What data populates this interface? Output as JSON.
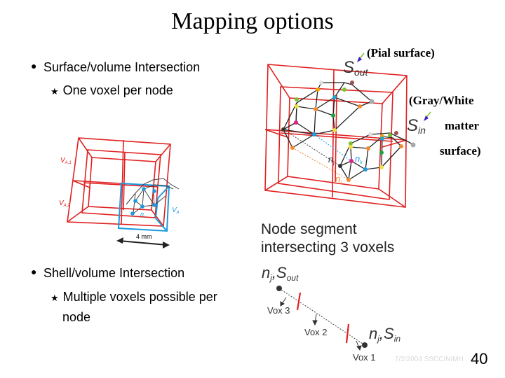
{
  "slide": {
    "title": "Mapping options",
    "bullets": [
      {
        "text": "Surface/volume Intersection",
        "sub": [
          "One voxel per node"
        ]
      },
      {
        "text": "Shell/volume Intersection",
        "sub": [
          "Multiple voxels possible per",
          "node"
        ]
      }
    ],
    "left_figure": {
      "labels": {
        "va1": "V",
        "va1_sub": "A,1",
        "va2": "V",
        "va2_sub": "A,2",
        "va": "V",
        "va_sub": "A",
        "ni": "n",
        "ni_sub": "i",
        "scale": "4 mm"
      }
    },
    "right_figure": {
      "s_out": "S",
      "s_out_sub": "out",
      "s_in": "S",
      "s_in_sub": "in",
      "nj": "n",
      "nj_sub": "j",
      "nk": "n",
      "nk_sub": "k",
      "ni": "n",
      "ni_sub": "i",
      "pial_label": "(Pial surface)",
      "gw_label_1": "(Gray/White",
      "gw_label_2": "matter",
      "gw_label_3": "surface)"
    },
    "segment_caption": [
      "Node segment",
      "intersecting 3 voxels"
    ],
    "segment_figure": {
      "top_label": "n",
      "top_sub": "j",
      "top_surface": "S",
      "top_surface_sub": "out",
      "bottom_label": "n",
      "bottom_sub": "j",
      "bottom_surface": "S",
      "bottom_surface_sub": "in",
      "voxels": [
        "Vox 3",
        "Vox 2",
        "Vox 1"
      ]
    },
    "footer": "7/2/2004 SSCC/NIMH",
    "page_number": "40",
    "colors": {
      "voxel_red": "#e02020",
      "voxel_blue": "#1a9ae0",
      "mesh": "#222222"
    }
  }
}
